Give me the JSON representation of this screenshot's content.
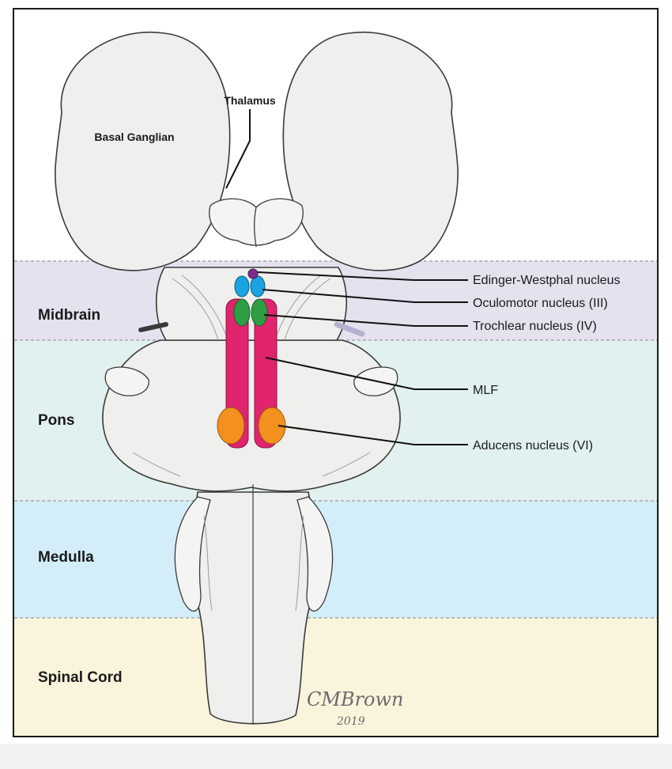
{
  "regions": [
    {
      "label": "Midbrain",
      "color": "#e5e1ef"
    },
    {
      "label": "Pons",
      "color": "#e1f1ef"
    },
    {
      "label": "Medulla",
      "color": "#d3eef8"
    },
    {
      "label": "Spinal Cord",
      "color": "#fbf4dc"
    }
  ],
  "structures": {
    "thalamus": "Thalamus",
    "basal_ganglia": "Basal Ganglian"
  },
  "callouts": [
    {
      "label": "Edinger-Westphal nucleus",
      "color": "#7b2d8e"
    },
    {
      "label": "Oculomotor nucleus (III)",
      "color": "#1aa3e0"
    },
    {
      "label": "Trochlear nucleus (IV)",
      "color": "#2e9e44"
    },
    {
      "label": "MLF",
      "color": "#e0246e"
    },
    {
      "label": "Aducens nucleus (VI)",
      "color": "#f4901e"
    }
  ],
  "signature": {
    "name": "CMBrown",
    "year": "2019"
  }
}
